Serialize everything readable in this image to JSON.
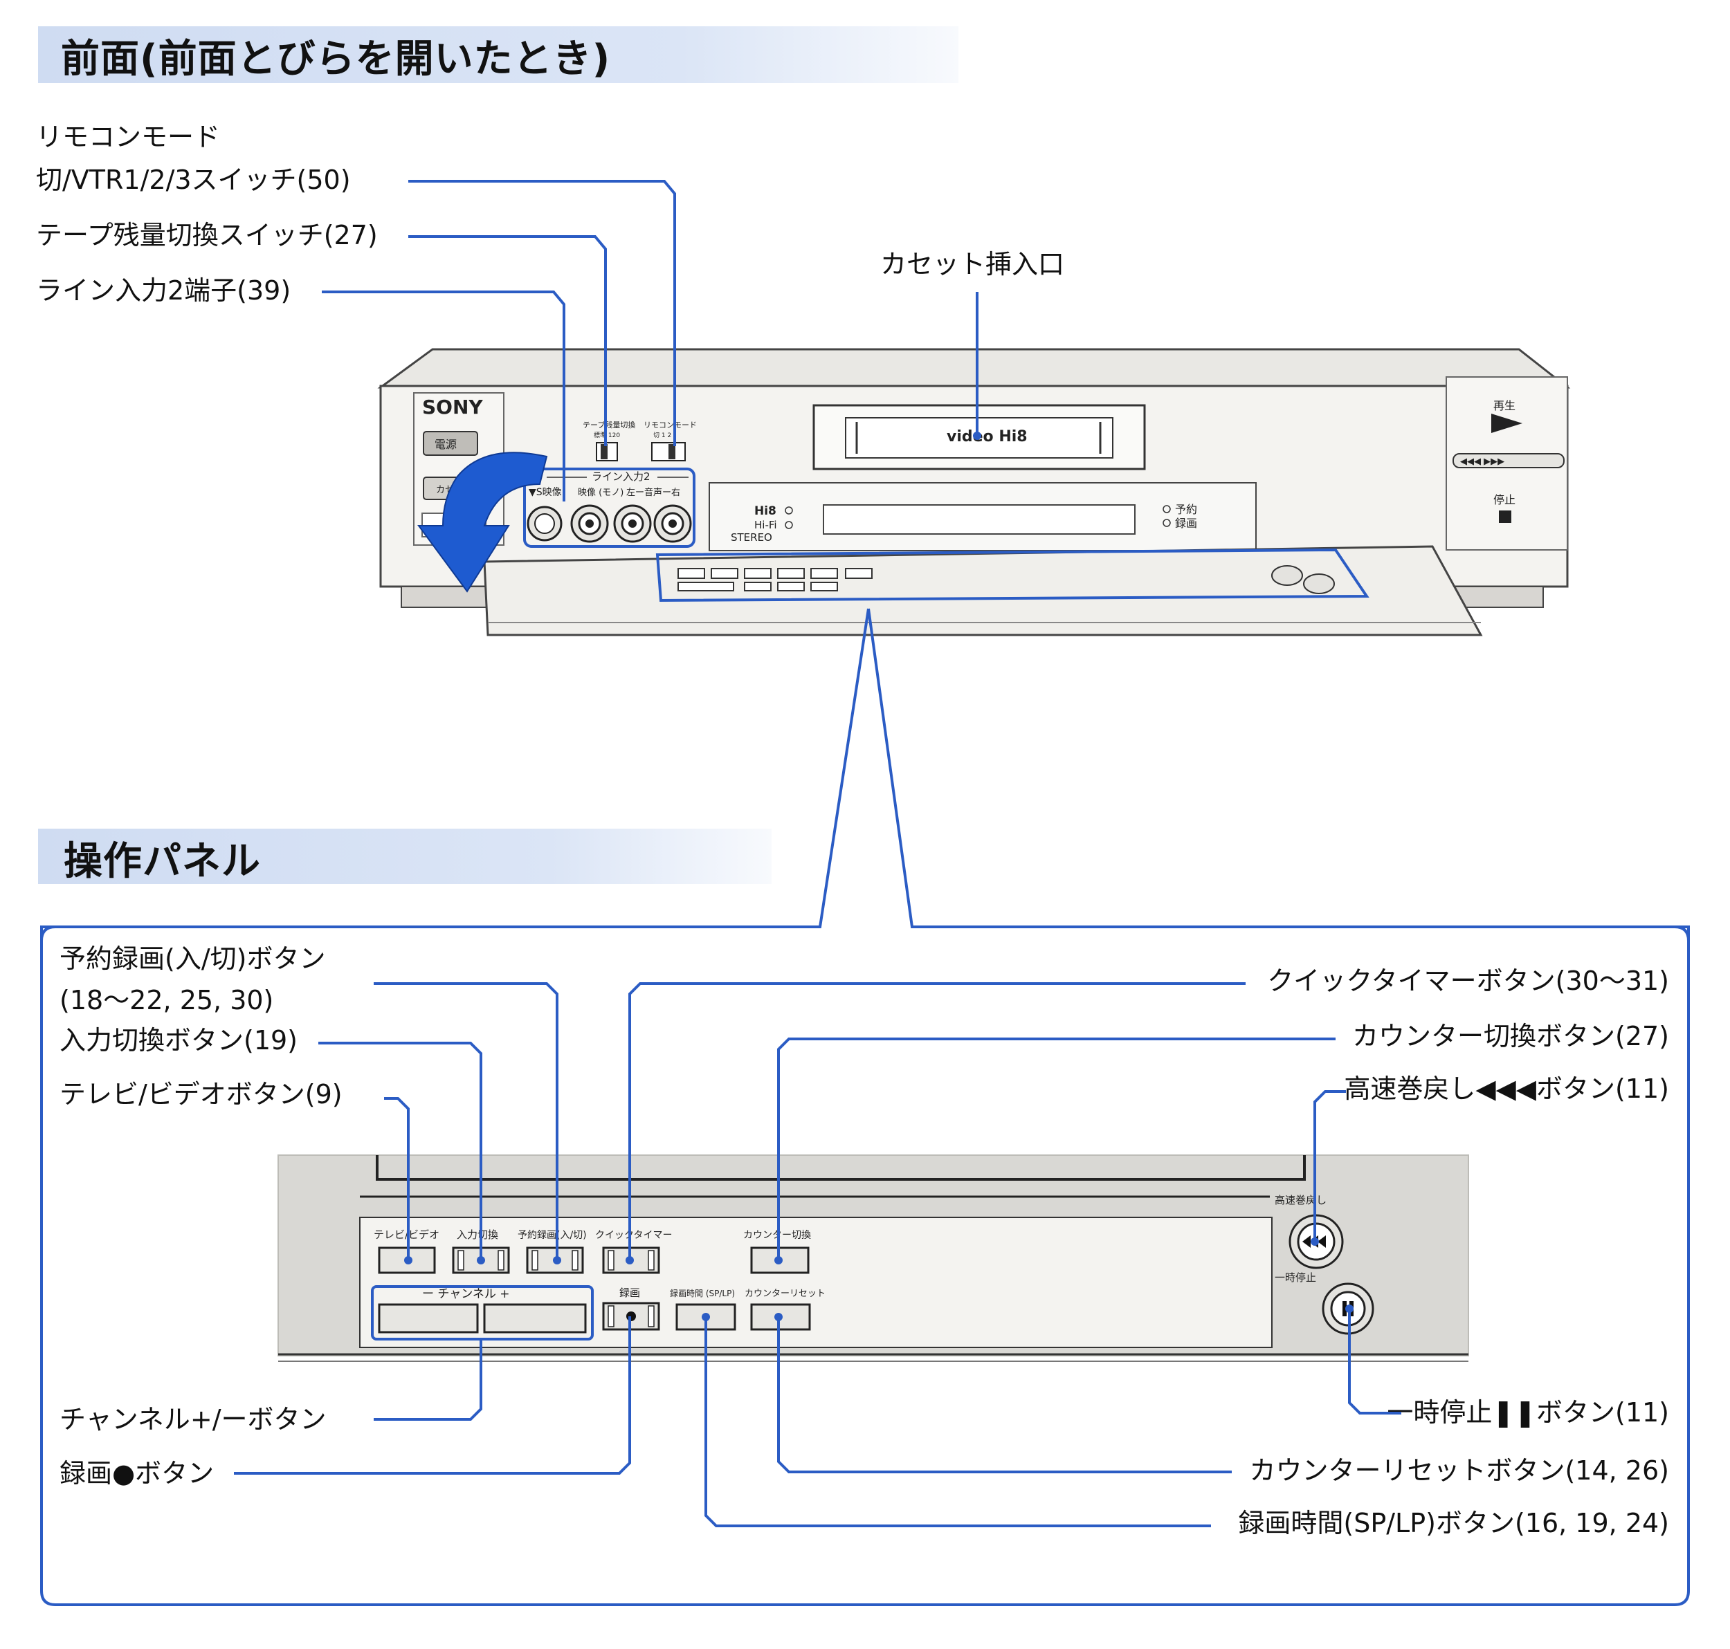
{
  "sections": {
    "front_title": "前面(前面とびらを開いたとき)",
    "panel_title": "操作パネル"
  },
  "front_labels": {
    "remote_mode_line1": "リモコンモード",
    "remote_mode_line2": "切/VTR1/2/3スイッチ(50)",
    "tape_remain": "テープ残量切換スイッチ(27)",
    "line_in2": "ライン入力2端子(39)",
    "cassette_slot": "カセット挿入口"
  },
  "vcr": {
    "brand": "SONY",
    "power": "電源",
    "eject": "カセット取出",
    "tape_switch_label": "テープ残量切換",
    "tape_switch_opts": "標準 120",
    "remote_switch_label": "リモコンモード",
    "remote_switch_opts": "切 1 2",
    "line_in_header": "ライン入力2",
    "s_video": "▼S映像",
    "video_mono": "映像 (モノ)",
    "audio_lr": "左ー音声ー右",
    "cassette_logo": "video Hi8",
    "hi8": "Hi8",
    "hifi": "Hi-Fi",
    "stereo": "STEREO",
    "timer": "予約",
    "rec": "録画",
    "play": "再生",
    "stop": "停止"
  },
  "panel_labels_left": {
    "timer_rec_line1": "予約録画(入/切)ボタン",
    "timer_rec_line2": "(18〜22, 25, 30)",
    "input_select": "入力切換ボタン(19)",
    "tv_video": "テレビ/ビデオボタン(9)",
    "channel": "チャンネル+/ーボタン",
    "record": "録画●ボタン"
  },
  "panel_labels_right": {
    "quick_timer": "クイックタイマーボタン(30〜31)",
    "counter_select": "カウンター切換ボタン(27)",
    "rewind": "高速巻戻し◀◀◀ボタン(11)",
    "pause": "一時停止❚❚ボタン(11)",
    "counter_reset": "カウンターリセットボタン(14, 26)",
    "rec_speed": "録画時間(SP/LP)ボタン(16, 19, 24)"
  },
  "panel_closeup": {
    "tv_video": "テレビ/ビデオ",
    "input_select": "入力切換",
    "timer_rec": "予約録画(入/切)",
    "quick_timer": "クイックタイマー",
    "counter_select": "カウンター切換",
    "channel": "ー チャンネル +",
    "rec": "録画",
    "rec_speed": "録画時間 (SP/LP)",
    "counter_reset": "カウンターリセット",
    "rewind_label": "高速巻戻し",
    "pause_label": "一時停止"
  },
  "colors": {
    "accent": "#2b5cc4",
    "section_bar": "#d6e1f4",
    "device_body": "#f4f3f0",
    "device_shade": "#d8d6d2"
  }
}
